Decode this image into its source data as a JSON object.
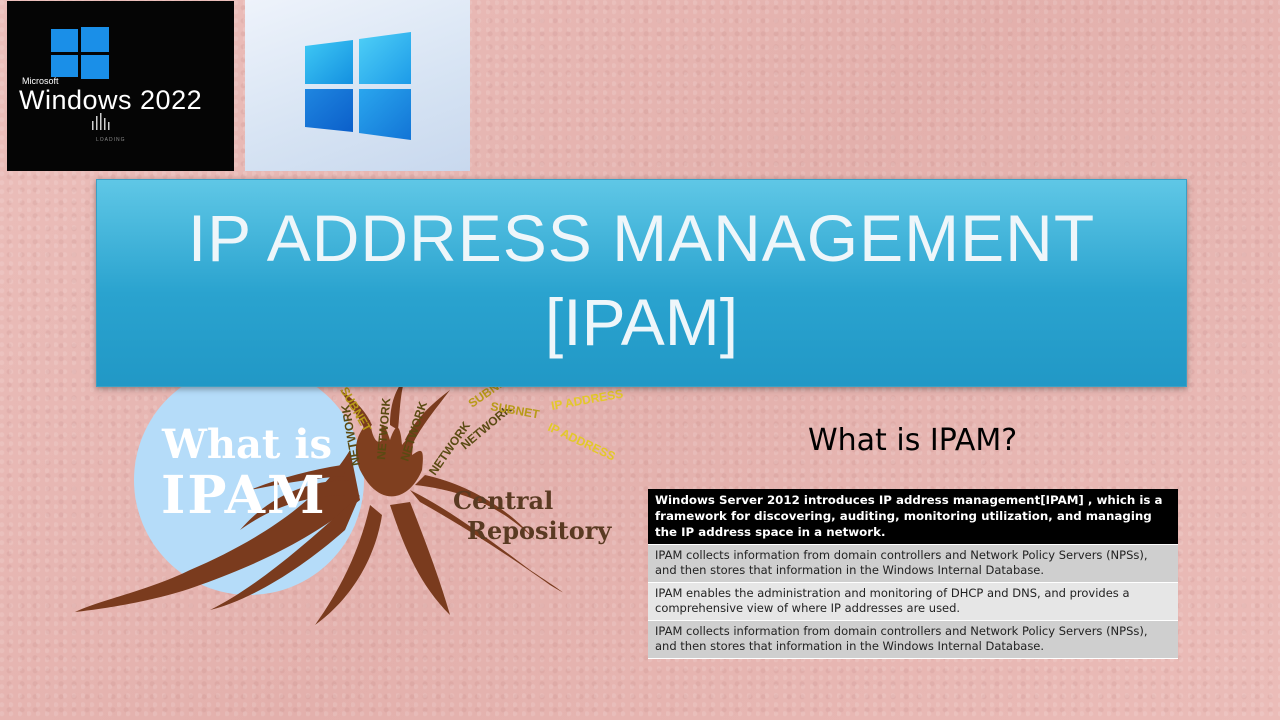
{
  "logos": {
    "dark": {
      "brand": "Microsoft",
      "product": "Windows 2022",
      "status": "LOADING"
    },
    "light": {
      "icon": "windows-11-logo-icon"
    }
  },
  "banner": {
    "line1": "IP ADDRESS MANAGEMENT",
    "line2": "[IPAM]"
  },
  "illustration": {
    "what_is": "What is",
    "ipam": "IPAM",
    "central": "Central",
    "repository": "Repository",
    "branch_words": [
      "NETWORK",
      "SUBNET",
      "IP ADDRESS"
    ]
  },
  "content": {
    "question": "What is IPAM?",
    "rows": [
      "Windows Server 2012 introduces IP address management[IPAM] , which is a framework for discovering, auditing, monitoring utilization, and managing the IP address space in a network.",
      "IPAM collects information from domain controllers and Network Policy Servers (NPSs), and then stores that information in the Windows Internal Database.",
      "IPAM enables the administration and monitoring of DHCP and DNS, and provides a comprehensive view of where IP addresses are used.",
      "IPAM collects information from domain controllers and Network Policy Servers (NPSs), and then stores that information in the Windows Internal Database."
    ]
  },
  "colors": {
    "background": "#e8b8b4",
    "banner": "#2aa3cf",
    "tree": "#7a3b1e",
    "network_text": "#5a4a12",
    "subnet_text": "#b89a18",
    "ip_text": "#e3c829",
    "circle": "#b5dcf9"
  }
}
